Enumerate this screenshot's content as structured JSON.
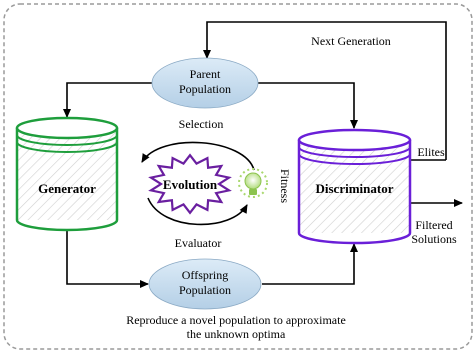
{
  "parent_population": {
    "line1": "Parent",
    "line2": "Population"
  },
  "offspring_population": {
    "line1": "Offspring",
    "line2": "Population"
  },
  "generator": {
    "label": "Generator",
    "color": "#1e9e3c"
  },
  "discriminator": {
    "label": "Discriminator",
    "color": "#6a1fd8"
  },
  "evolution": {
    "label": "Evolution",
    "color": "#6a1fa0"
  },
  "fitness": {
    "label": "Fitness",
    "icon": "lightbulb-icon",
    "color": "#a9d86e"
  },
  "labels": {
    "next_generation": "Next Generation",
    "selection": "Selection",
    "evaluator": "Evaluator",
    "elites": "Elites",
    "filtered_line1": "Filtered",
    "filtered_line2": "Solutions"
  },
  "caption": {
    "line1": "Reproduce a novel population to approximate",
    "line2": "the unknown optima"
  },
  "colors": {
    "ellipse_fill_top": "#dcebf7",
    "ellipse_fill_bottom": "#b4cfe6",
    "border_dash": "#9a9a9a"
  }
}
